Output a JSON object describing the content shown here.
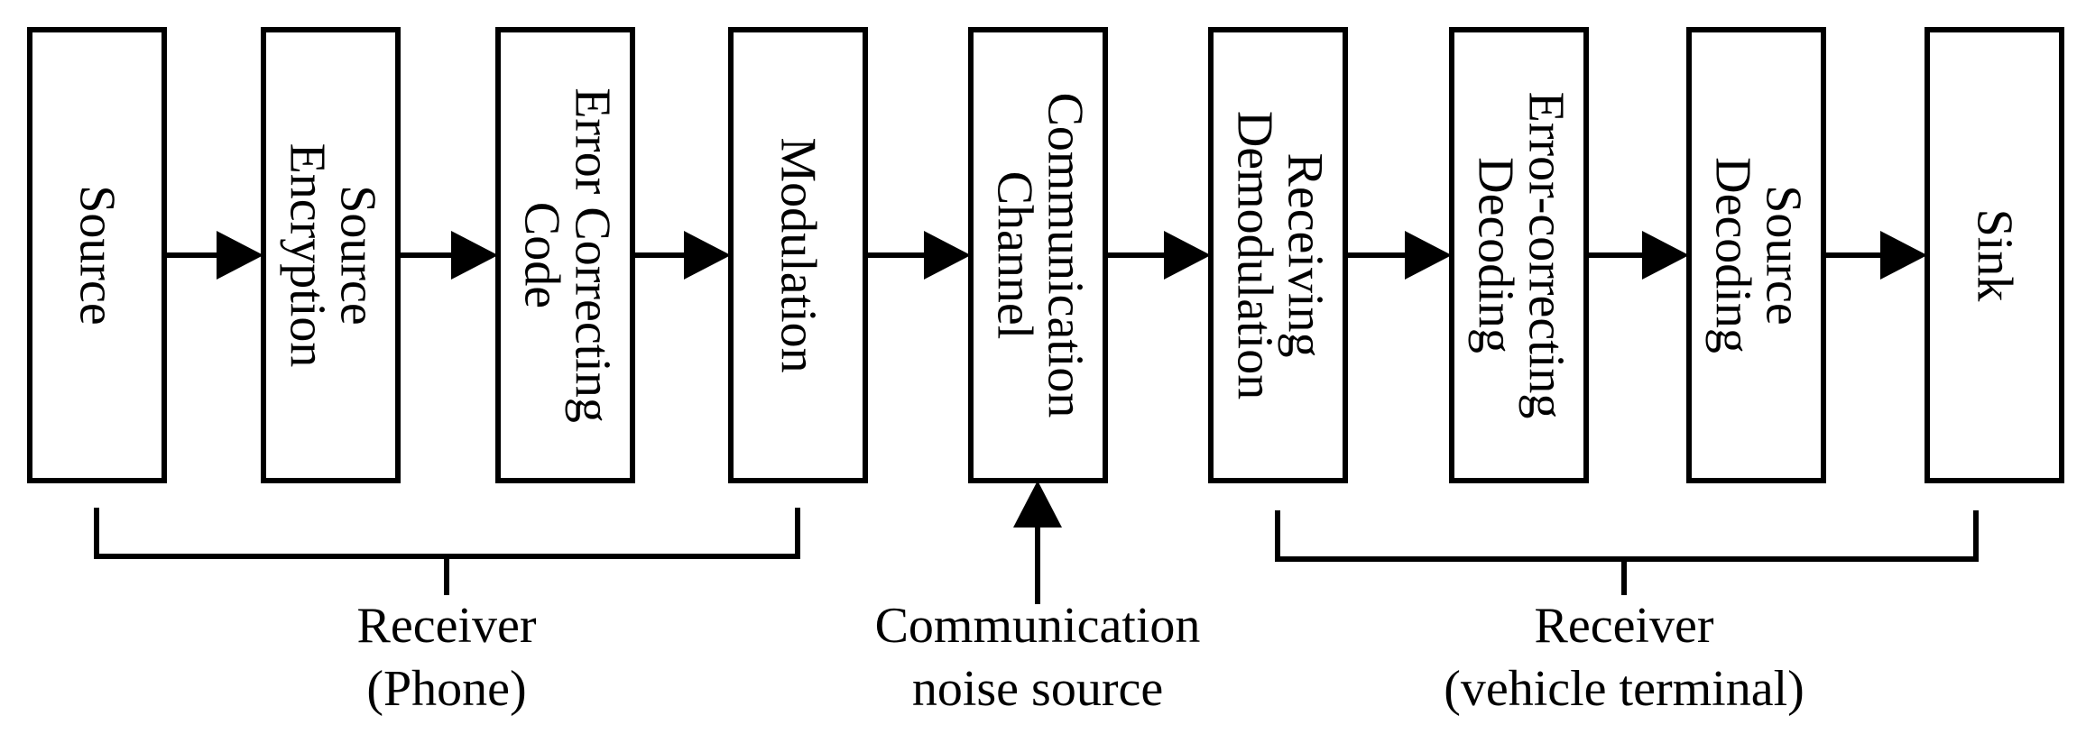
{
  "blocks": [
    {
      "lines": [
        "Source"
      ]
    },
    {
      "lines": [
        "Source",
        "Encryption"
      ]
    },
    {
      "lines": [
        "Error Correcting",
        "Code"
      ]
    },
    {
      "lines": [
        "Modulation"
      ]
    },
    {
      "lines": [
        "Communication",
        "Channel"
      ]
    },
    {
      "lines": [
        "Receiving",
        "Demodulation"
      ]
    },
    {
      "lines": [
        "Error-correcting",
        "Decoding"
      ]
    },
    {
      "lines": [
        "Source",
        "Decoding"
      ]
    },
    {
      "lines": [
        "Sink"
      ]
    }
  ],
  "groups": {
    "sender": {
      "lines": [
        "Receiver",
        "(Phone)"
      ]
    },
    "noise": {
      "lines": [
        "Communication",
        "noise source"
      ]
    },
    "receiver": {
      "lines": [
        "Receiver",
        "(vehicle terminal)"
      ]
    }
  }
}
